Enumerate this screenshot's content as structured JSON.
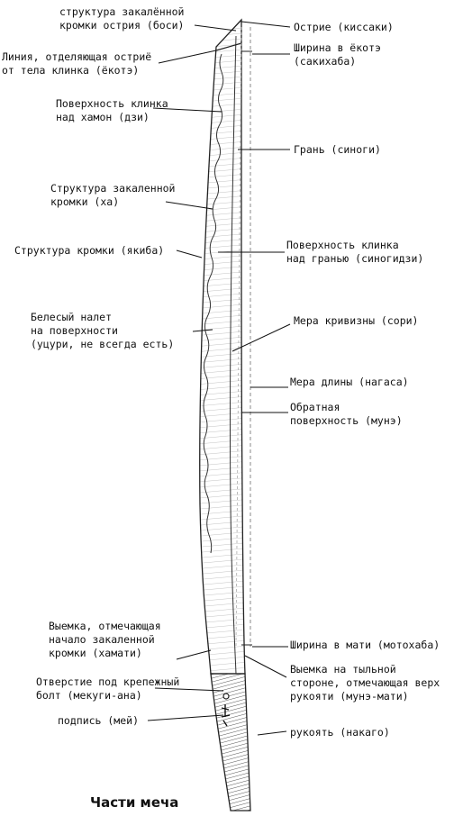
{
  "title": "Части меча",
  "labels": {
    "boshi": [
      "структура закалённой",
      "кромки острия (боси)"
    ],
    "yokote": [
      "Линия, отделяющая остриё",
      "от тела клинка (ёкотэ)"
    ],
    "ji": [
      "Поверхность клинка",
      "над хамон (дзи)"
    ],
    "ha": [
      "Структура закаленной",
      "кромки (ха)"
    ],
    "yakiba": [
      "Структура кромки (якиба)"
    ],
    "utsuri": [
      "Белесый налет",
      "на поверхности",
      "(уцури, не всегда есть)"
    ],
    "hamachi": [
      "Выемка, отмечающая",
      "начало закаленной",
      "кромки (хамати)"
    ],
    "mekugi": [
      "Отверстие под крепежный",
      "болт (мекуги-ана)"
    ],
    "mei": [
      "подпись (мей)"
    ],
    "kissaki": [
      "Острие (киссаки)"
    ],
    "sakihaba": [
      "Ширина в ёкотэ",
      "(сакихаба)"
    ],
    "shinogi": [
      "Грань (синоги)"
    ],
    "shinogiji": [
      "Поверхность клинка",
      "над гранью (синогидзи)"
    ],
    "sori": [
      "Мера кривизны (сори)"
    ],
    "nagasa": [
      "Мера длины (нагаса)"
    ],
    "mune": [
      "Обратная",
      "поверхность (мунэ)"
    ],
    "motohaba": [
      "Ширина в мати (мотохаба)"
    ],
    "munemachi": [
      "Выемка на тыльной",
      "стороне, отмечающая верх",
      "рукояти (мунэ-мати)"
    ],
    "nakago": [
      "рукоять (накаго)"
    ]
  }
}
